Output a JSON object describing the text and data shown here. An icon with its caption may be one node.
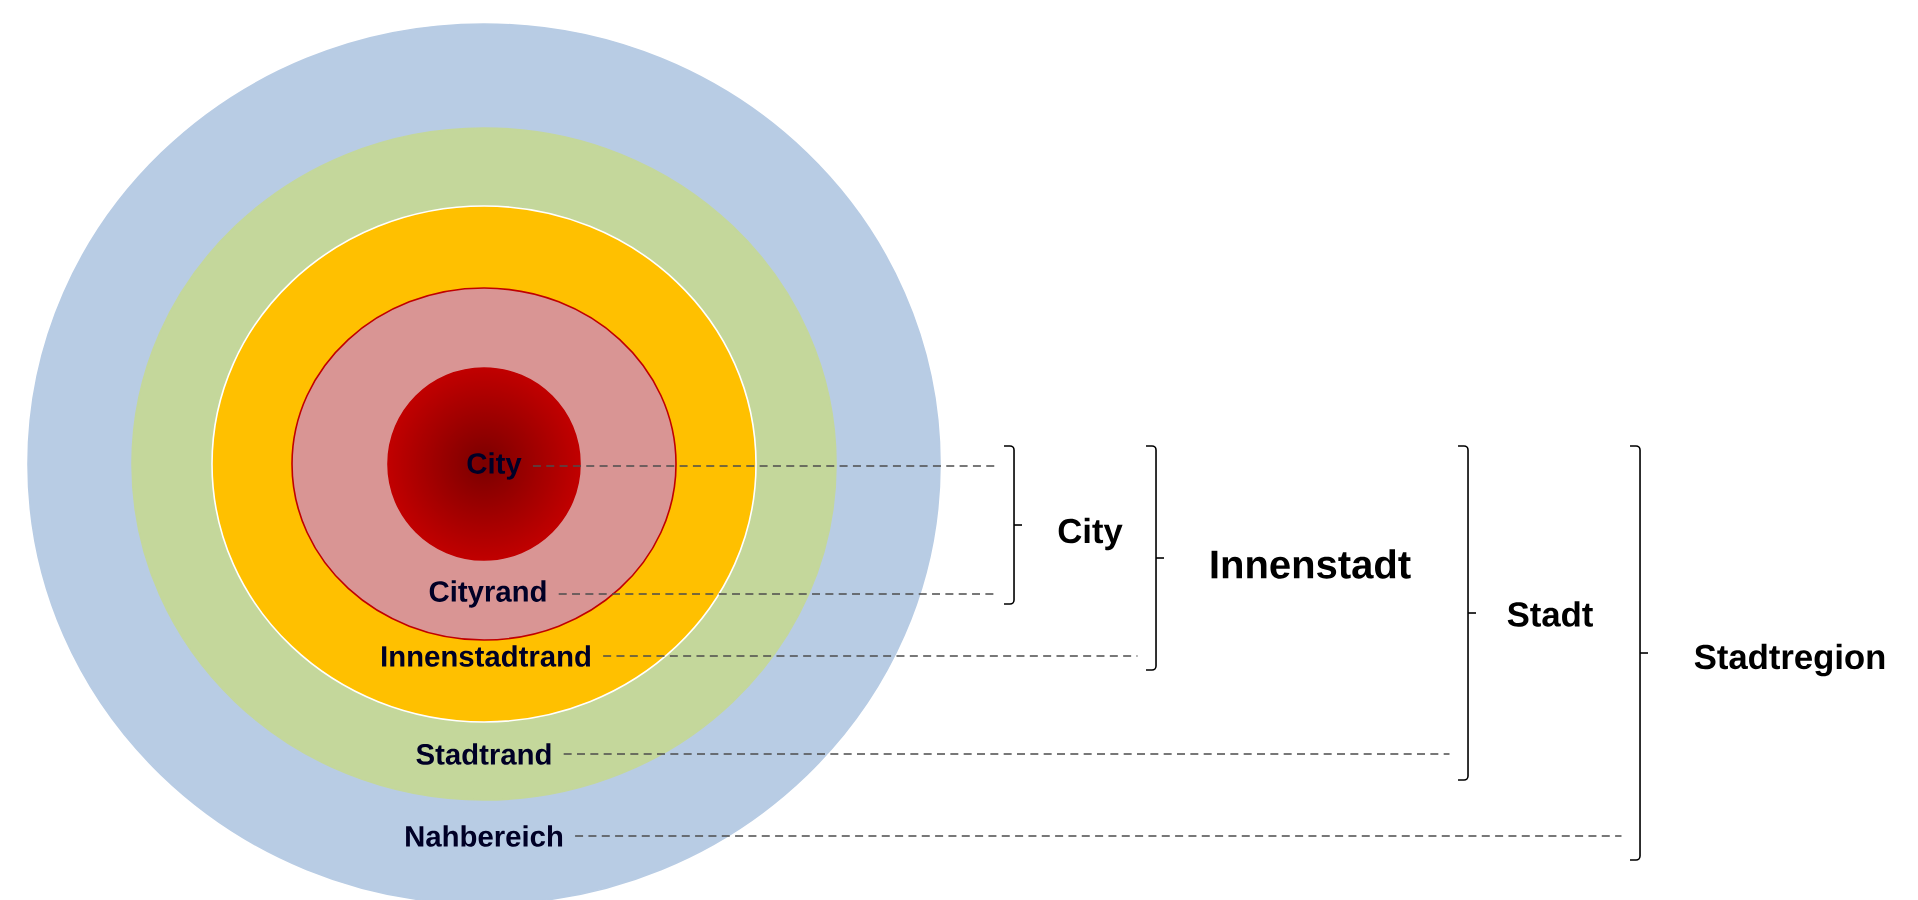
{
  "diagram": {
    "nodes": [
      {
        "text": [
          "Nahbereich"
        ]
      },
      {
        "text": [
          "Stadtrand"
        ],
        "in": 0
      },
      {
        "text": [
          "Innenstadtrand"
        ],
        "in": 1
      },
      {
        "text": [
          "Cityrand"
        ],
        "in": 2
      },
      {
        "text": [
          "City"
        ],
        "in": 3
      },
      {
        "text": [
          "City"
        ]
      },
      {
        "text": [
          "Innenstadt"
        ]
      },
      {
        "text": [
          "Stadt"
        ]
      },
      {
        "text": [
          "Stadtregion"
        ]
      }
    ],
    "edges": [
      {
        "from": 4,
        "to": 5,
        "arrow": "none",
        "style": "dashed"
      },
      {
        "from": 3,
        "to": 5,
        "arrow": "none",
        "style": "dashed"
      },
      {
        "from": 2,
        "to": 6,
        "arrow": "none",
        "style": "dashed"
      },
      {
        "from": 1,
        "to": 7,
        "arrow": "none",
        "style": "dashed"
      },
      {
        "from": 0,
        "to": 8,
        "arrow": "none",
        "style": "dashed"
      }
    ]
  }
}
